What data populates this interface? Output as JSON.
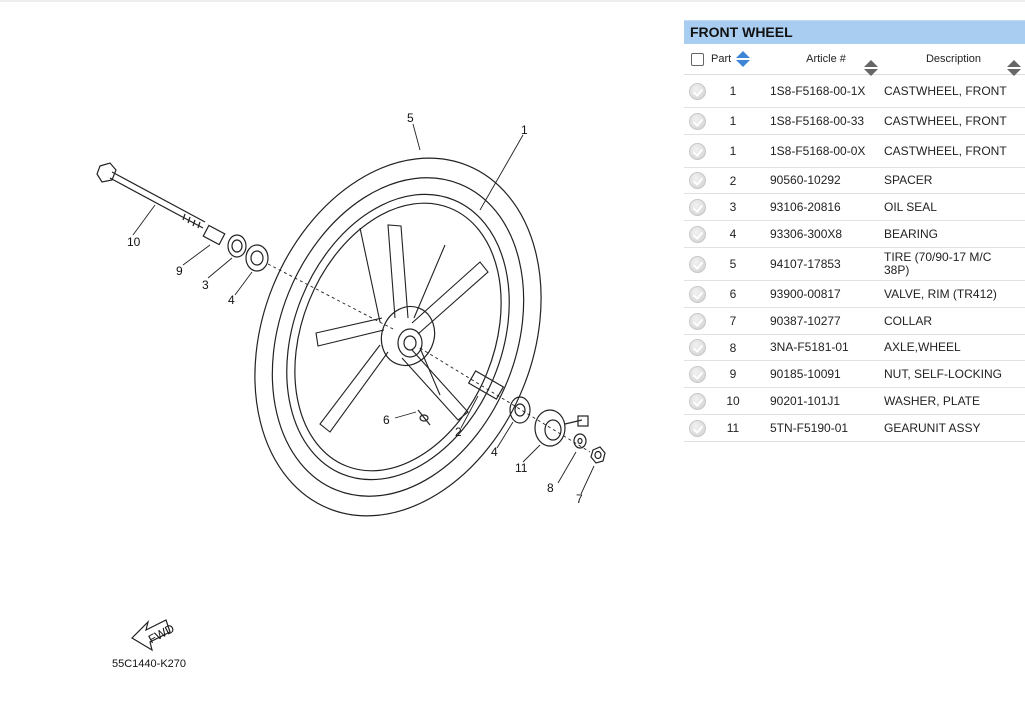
{
  "diagram": {
    "code": "55C1440-K270",
    "fwd_label": "FWD",
    "callouts": [
      "1",
      "2",
      "3",
      "4",
      "4",
      "5",
      "6",
      "7",
      "8",
      "9",
      "10",
      "11"
    ]
  },
  "panel": {
    "title": "FRONT WHEEL",
    "columns": {
      "part": "Part",
      "article": "Article #",
      "description": "Description"
    },
    "rows": [
      {
        "part": "1",
        "article": "1S8-F5168-00-1X",
        "description": "CASTWHEEL, FRONT"
      },
      {
        "part": "1",
        "article": "1S8-F5168-00-33",
        "description": "CASTWHEEL, FRONT"
      },
      {
        "part": "1",
        "article": "1S8-F5168-00-0X",
        "description": "CASTWHEEL, FRONT"
      },
      {
        "part": "2",
        "article": "90560-10292",
        "description": "SPACER"
      },
      {
        "part": "3",
        "article": "93106-20816",
        "description": "OIL SEAL"
      },
      {
        "part": "4",
        "article": "93306-300X8",
        "description": "BEARING"
      },
      {
        "part": "5",
        "article": "94107-17853",
        "description": "TIRE (70/90-17 M/C 38P)"
      },
      {
        "part": "6",
        "article": "93900-00817",
        "description": "VALVE, RIM (TR412)"
      },
      {
        "part": "7",
        "article": "90387-10277",
        "description": "COLLAR"
      },
      {
        "part": "8",
        "article": "3NA-F5181-01",
        "description": "AXLE,WHEEL"
      },
      {
        "part": "9",
        "article": "90185-10091",
        "description": "NUT, SELF-LOCKING"
      },
      {
        "part": "10",
        "article": "90201-101J1",
        "description": "WASHER, PLATE"
      },
      {
        "part": "11",
        "article": "5TN-F5190-01",
        "description": "GEARUNIT ASSY"
      }
    ]
  },
  "colors": {
    "title_bar": "#a9cdf0",
    "sort_active": "#3d86d6"
  }
}
